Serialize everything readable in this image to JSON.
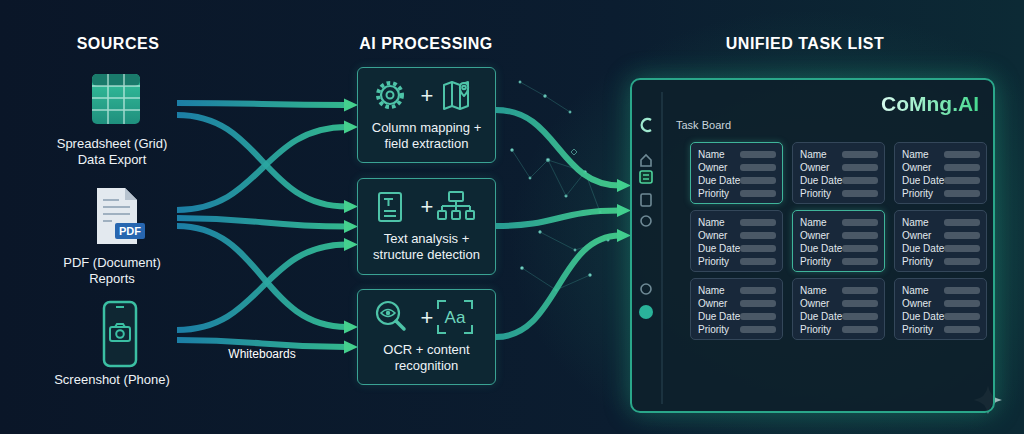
{
  "diagram": {
    "nodes": [
      {
        "text": [
          "Spreadsheet (Grid) Data Export"
        ]
      },
      {
        "text": [
          "PDF",
          "PDF (Document) Reports"
        ]
      },
      {
        "text": [
          "Screenshot (Phone)"
        ]
      },
      {
        "text": [
          "+",
          "Column mapping + field extraction"
        ]
      },
      {
        "text": [
          "+",
          "Text analysis + structure detection"
        ]
      },
      {
        "text": [
          "+",
          "Aa",
          "OCR + content recognition"
        ]
      },
      {
        "text": [
          "CoMng.AI",
          "Task Board"
        ]
      },
      {
        "text": [
          "Name",
          "Owner",
          "Due Date",
          "Priority"
        ],
        "in": 6
      },
      {
        "text": [
          "Name",
          "Owner",
          "Due Date",
          "Priority"
        ],
        "in": 6
      },
      {
        "text": [
          "Name",
          "Owner",
          "Due Date",
          "Priority"
        ],
        "in": 6
      },
      {
        "text": [
          "Name",
          "Owner",
          "Due Date",
          "Priority"
        ],
        "in": 6
      },
      {
        "text": [
          "Name",
          "Owner",
          "Due Date",
          "Priority"
        ],
        "in": 6
      },
      {
        "text": [
          "Name",
          "Owner",
          "Due Date",
          "Priority"
        ],
        "in": 6
      },
      {
        "text": [
          "Name",
          "Owner",
          "Due Date",
          "Priority"
        ],
        "in": 6
      },
      {
        "text": [
          "Name",
          "Owner",
          "Due Date",
          "Priority"
        ],
        "in": 6
      },
      {
        "text": [
          "Name",
          "Owner",
          "Due Date",
          "Priority"
        ],
        "in": 6
      }
    ],
    "edges": [
      {
        "from": 0,
        "to": 3,
        "arrow": "to"
      },
      {
        "from": 0,
        "to": 4,
        "arrow": "to"
      },
      {
        "from": 1,
        "to": 3,
        "arrow": "to"
      },
      {
        "from": 1,
        "to": 4,
        "arrow": "to"
      },
      {
        "from": 1,
        "to": 5,
        "arrow": "to"
      },
      {
        "from": 2,
        "to": 4,
        "arrow": "to"
      },
      {
        "from": 2,
        "to": 5,
        "arrow": "to"
      },
      {
        "from": 3,
        "to": 6,
        "arrow": "to"
      },
      {
        "from": 4,
        "to": 6,
        "arrow": "to"
      },
      {
        "from": 5,
        "to": 6,
        "arrow": "to"
      }
    ],
    "labels": [
      "SOURCES",
      "AI PROCESSING",
      "UNIFIED TASK LIST",
      "Whiteboards"
    ]
  }
}
